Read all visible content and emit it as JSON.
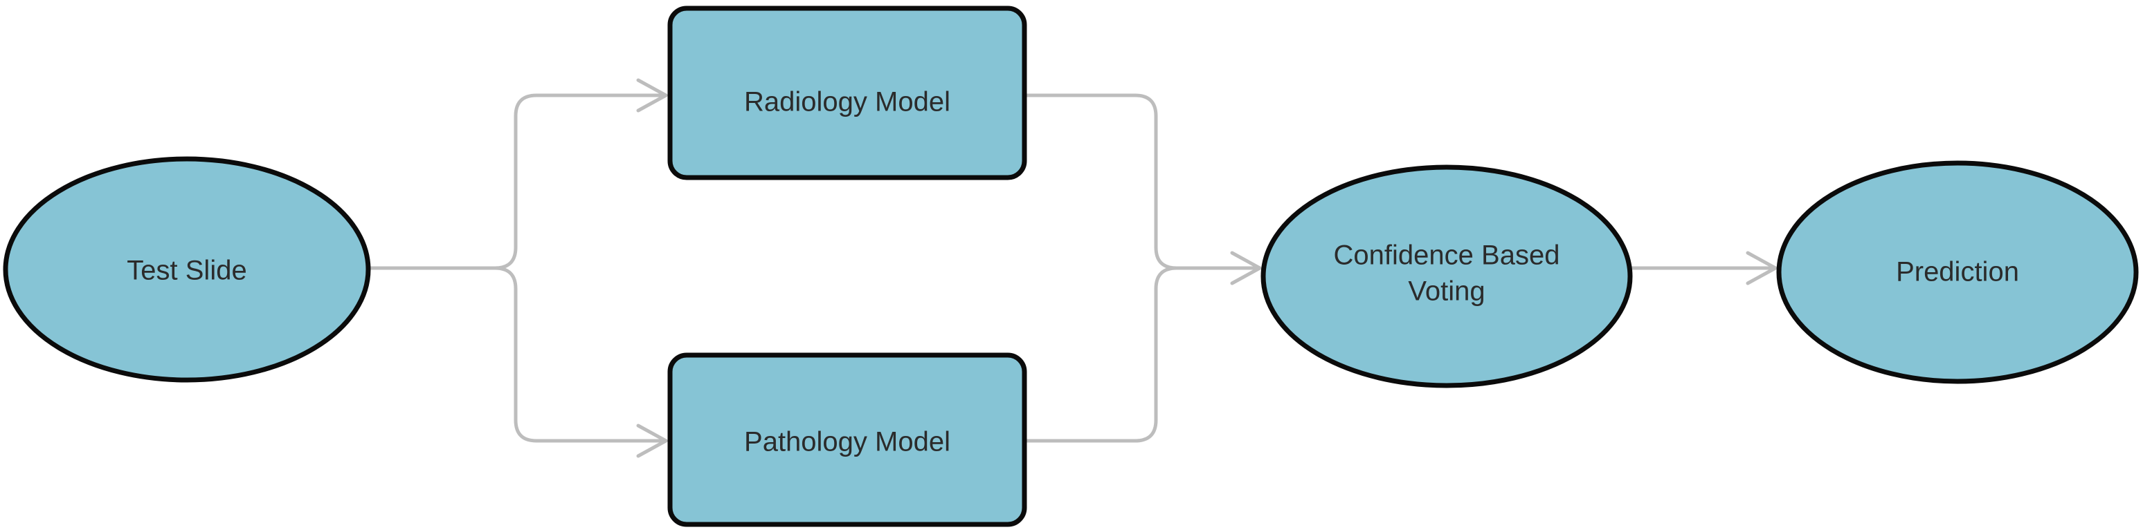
{
  "nodes": {
    "test_slide": {
      "label": "Test Slide",
      "shape": "ellipse"
    },
    "radiology_model": {
      "label": "Radiology Model",
      "shape": "rounded-rectangle"
    },
    "pathology_model": {
      "label": "Pathology Model",
      "shape": "rounded-rectangle"
    },
    "confidence_voting": {
      "label_line1": "Confidence Based",
      "label_line2": "Voting",
      "shape": "ellipse"
    },
    "prediction": {
      "label": "Prediction",
      "shape": "ellipse"
    }
  },
  "edges": [
    {
      "from": "Test Slide",
      "to": "Radiology Model"
    },
    {
      "from": "Test Slide",
      "to": "Pathology Model"
    },
    {
      "from": "Radiology Model",
      "to": "Confidence Based Voting"
    },
    {
      "from": "Pathology Model",
      "to": "Confidence Based Voting"
    },
    {
      "from": "Confidence Based Voting",
      "to": "Prediction"
    }
  ],
  "colors": {
    "node_fill": "#86c4d5",
    "node_stroke": "#0b0b0b",
    "connector": "#bdbdbd",
    "text": "#2b2b2b"
  }
}
